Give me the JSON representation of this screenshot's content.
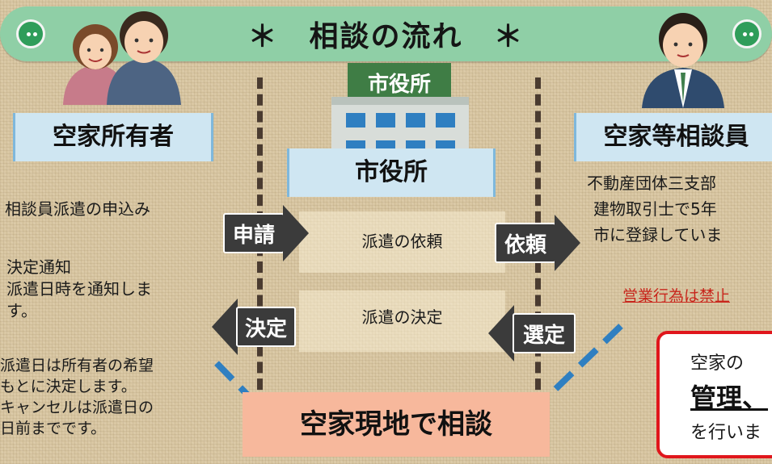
{
  "title": "＊　相談の流れ　＊",
  "roles": {
    "owner": "空家所有者",
    "city": "市役所",
    "consultant": "空家等相談員"
  },
  "city_building_sign": "市役所",
  "owner_steps": {
    "apply": "相談員派遣の申込み",
    "notice_line1": "決定通知",
    "notice_line2": "派遣日時を通知しま",
    "notice_line3": "す。",
    "note_line1": "派遣日は所有者の希望",
    "note_line2": "もとに決定します。",
    "note_line3": "キャンセルは派遣日の",
    "note_line4": "日前までです。"
  },
  "city_steps": {
    "request": "派遣の依頼",
    "decision": "派遣の決定"
  },
  "consultant_info": {
    "line1": "不動産団体三支部",
    "line2": "建物取引士で5年",
    "line3": "市に登録していま",
    "warning": "営業行為は禁止"
  },
  "arrows": {
    "apply": "申請",
    "request": "依頼",
    "decide": "決定",
    "select": "選定"
  },
  "onsite": "空家現地で相談",
  "notice_box": {
    "line1": "空家の",
    "line2": "管理、",
    "line3": "を行いま"
  },
  "colors": {
    "banner": "#8fcfa6",
    "plate": "#cfe6f2",
    "arrow": "#3b3b3b",
    "consult": "#f7b89c",
    "notice_border": "#e0161c",
    "accent_blue": "#2f7fc1"
  }
}
